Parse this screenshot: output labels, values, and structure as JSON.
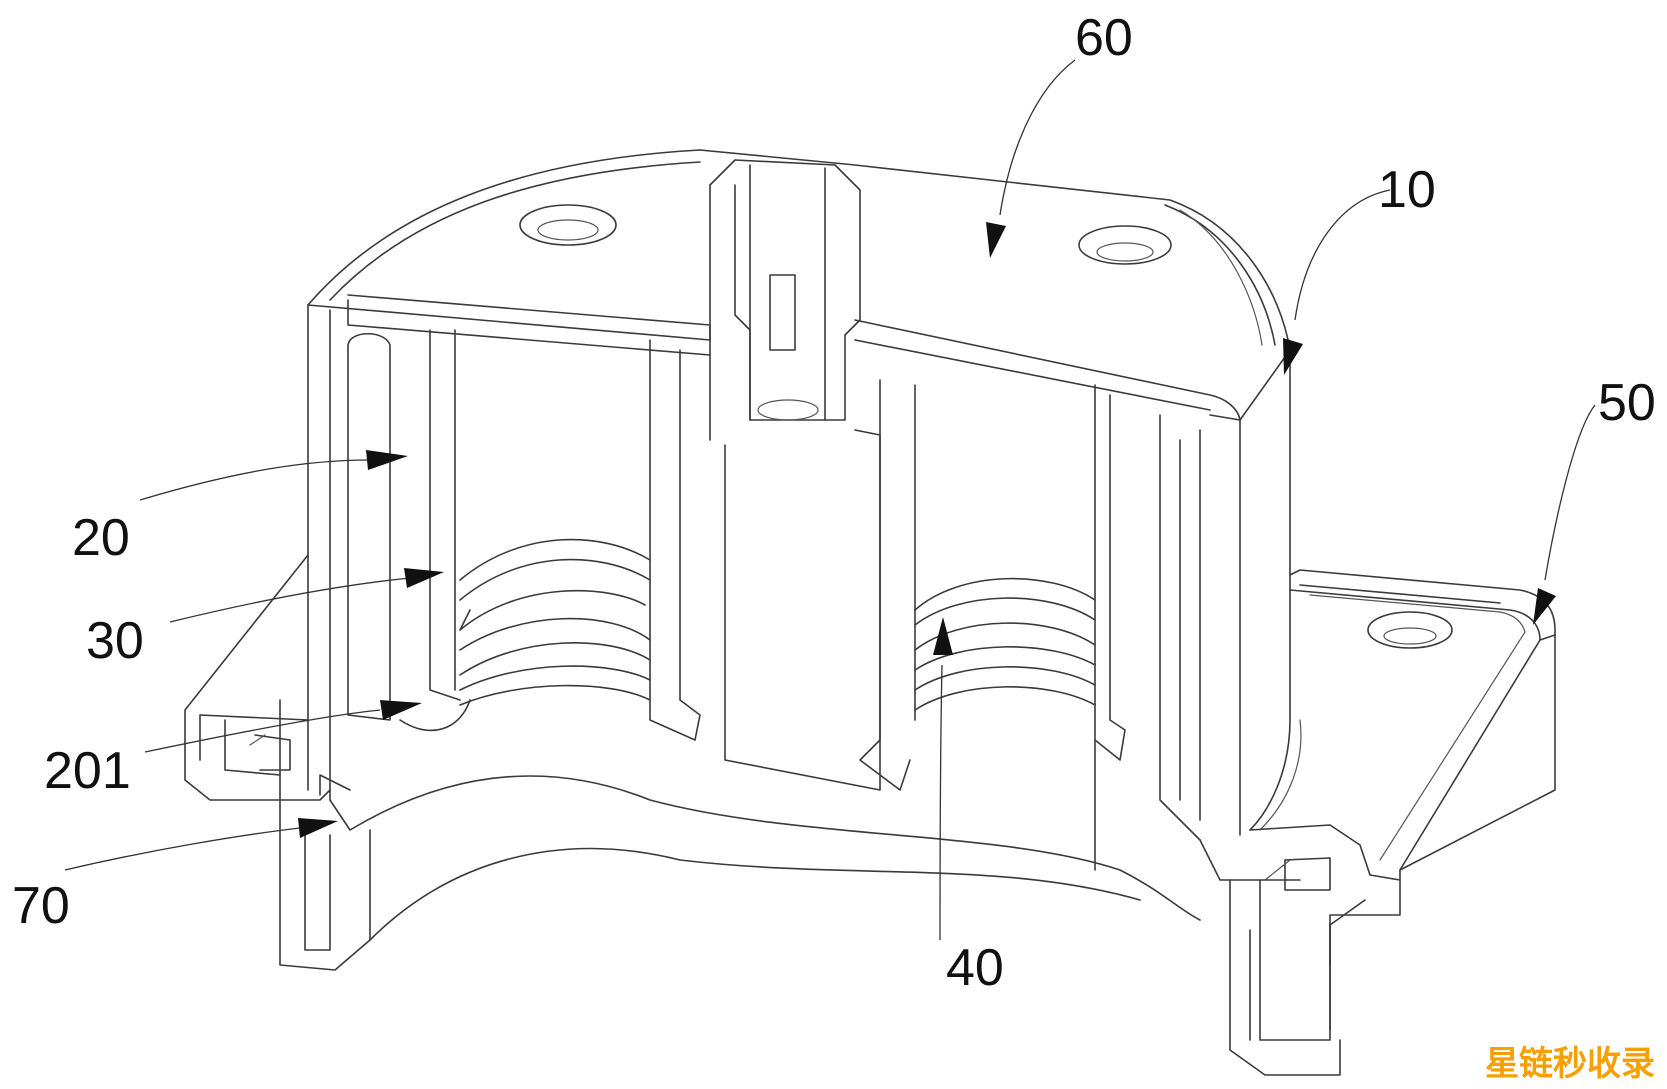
{
  "labels": {
    "l60": "60",
    "l10": "10",
    "l50": "50",
    "l20": "20",
    "l30": "30",
    "l201": "201",
    "l70": "70",
    "l40": "40"
  },
  "watermark": "星链秒收录",
  "colors": {
    "line": "#3a3a3a",
    "watermark": "#f5a000"
  }
}
